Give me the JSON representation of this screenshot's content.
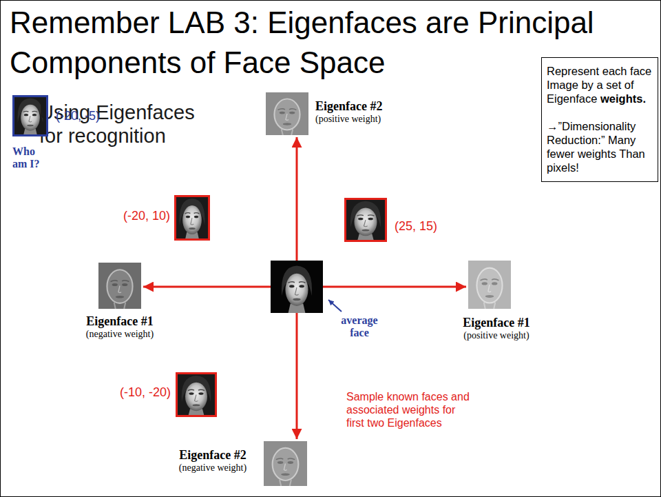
{
  "diagram": {
    "title": "Remember LAB 3: Eigenfaces are Principal Components of Face Space",
    "nodes": [
      {
        "text": [
          "(-20, -5)",
          "Who am I?"
        ]
      },
      {
        "text": [
          "Eigenface #2",
          "(positive weight)"
        ]
      },
      {
        "text": [
          "Represent each face Image by a set of Eigenface",
          "weights.",
          "→”Dimensionality Reduction:” Many fewer weights Than pixels!"
        ]
      },
      {
        "text": [
          "(-20, 10)"
        ]
      },
      {
        "text": [
          "(25, 15)"
        ]
      },
      {
        "text": [
          "Eigenface #1",
          "(negative weight)"
        ]
      },
      {
        "text": [
          "average face"
        ]
      },
      {
        "text": [
          "Eigenface #1",
          "(positive weight)"
        ]
      },
      {
        "text": [
          "(-10, -20)"
        ]
      },
      {
        "text": [
          "Eigenface #2",
          "(negative weight)"
        ]
      }
    ],
    "edges": [
      {
        "from": 6,
        "to": 1,
        "arrow": "to"
      },
      {
        "from": 6,
        "to": 5,
        "arrow": "to"
      },
      {
        "from": 6,
        "to": 7,
        "arrow": "to"
      },
      {
        "from": 6,
        "to": 9,
        "arrow": "to"
      }
    ],
    "labels": [
      "Using Eigenfaces for recognition",
      "Sample known faces and associated weights for first two Eigenfaces"
    ]
  }
}
